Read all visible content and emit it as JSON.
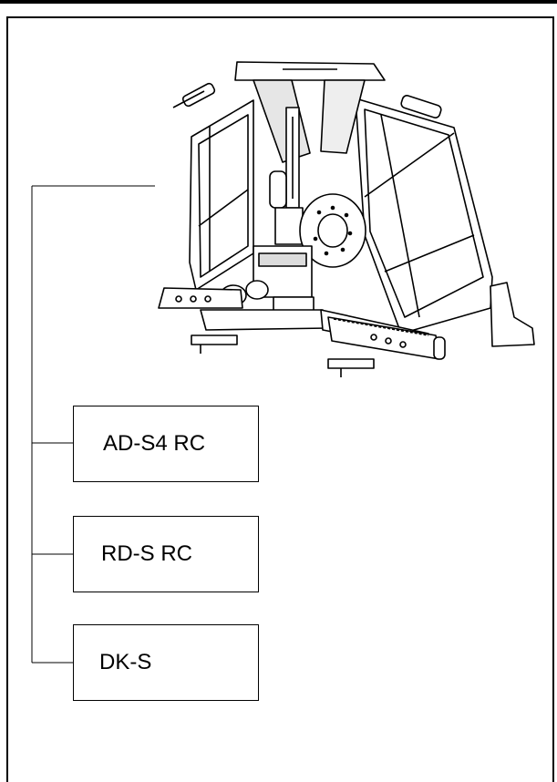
{
  "models": [
    {
      "label": "AD-S4 RC"
    },
    {
      "label": "RD-S RC"
    },
    {
      "label": "DK-S"
    }
  ]
}
